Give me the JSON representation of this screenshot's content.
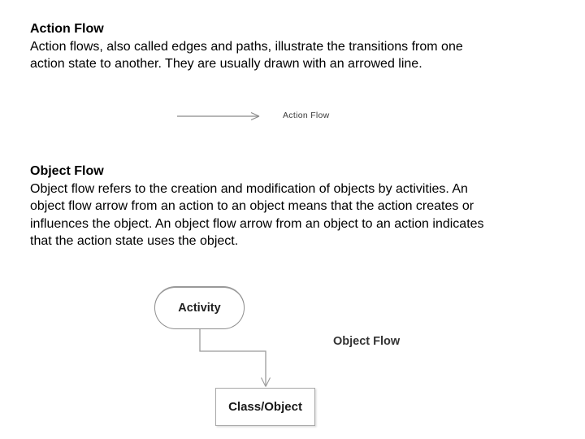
{
  "sections": [
    {
      "heading": "Action Flow",
      "lines": [
        "Action flows, also called edges and paths, illustrate the transitions from one",
        "action state to another. They are usually drawn with an arrowed line."
      ]
    },
    {
      "heading": "Object Flow",
      "lines": [
        "Object flow refers to the creation and modification of objects by activities. An",
        "object flow arrow from an action to an object means that the action creates or",
        "influences the object. An object flow arrow from an object to an action indicates",
        "that the action state uses the object."
      ]
    }
  ],
  "action_flow_figure": {
    "label": "Action Flow"
  },
  "object_flow_figure": {
    "activity_label": "Activity",
    "class_object_label": "Class/Object",
    "label": "Object Flow"
  },
  "colors": {
    "page_background": "#ffffff",
    "body_text": "#000000",
    "diagram_stroke": "#9b9b9b",
    "diagram_text": "#1f1f1f",
    "figure_label_text": "#333333"
  }
}
